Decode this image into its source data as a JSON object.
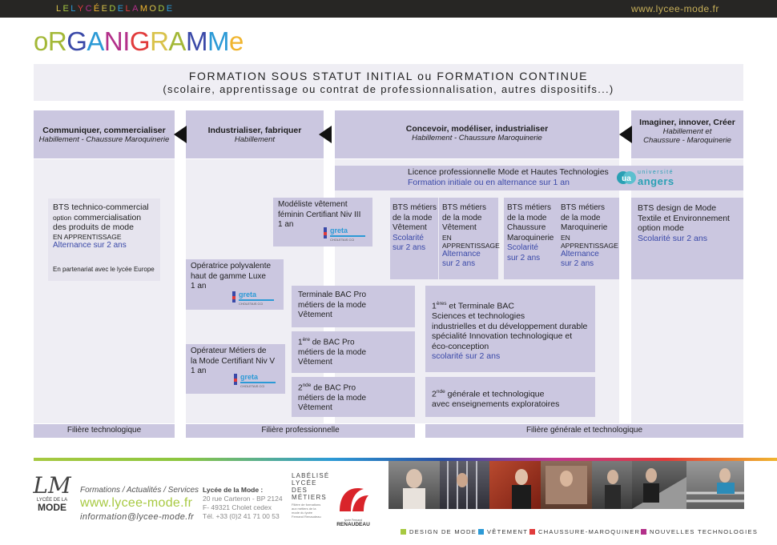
{
  "top": {
    "brand": "LE LYCÉE DE LA MODE",
    "site": "www.lycee-mode.fr"
  },
  "title": "oRGANIGRAMMe",
  "banner": {
    "line1": "FORMATION SOUS STATUT INITIAL ou FORMATION CONTINUE",
    "line2": "(scolaire, apprentissage ou contrat de professionnalisation, autres dispositifs...)"
  },
  "columns": {
    "c1": {
      "title": "Communiquer, commercialiser",
      "sub": "Habillement - Chaussure Maroquinerie"
    },
    "c2": {
      "title": "Industrialiser, fabriquer",
      "sub": "Habillement"
    },
    "c3": {
      "title": "Concevoir, modéliser, industrialiser",
      "sub": "Habillement - Chaussure Maroquinerie"
    },
    "c4": {
      "title": "Imaginer, innover, Créer",
      "sub1": "Habillement et",
      "sub2": "Chaussure - Maroquinerie"
    }
  },
  "licence": {
    "title": "Licence professionnelle Mode et Hautes Technologies",
    "sub": "Formation initiale ou en alternance sur 1 an",
    "univ_top": "université",
    "univ_name": "angers"
  },
  "bts_tc": {
    "l1": "BTS technico-commercial",
    "opt": "option",
    "l2": "commercialisation",
    "l3": "des produits de mode",
    "l4": "EN APPRENTISSAGE",
    "l5": "Alternance sur 2 ans",
    "l6": "En partenariat avec le lycée Europe"
  },
  "modeliste": {
    "l1": "Modéliste vêtement",
    "l2": "féminin Certifiant Niv III",
    "l3": "1 an"
  },
  "operatrice": {
    "l1": "Opératrice polyvalente",
    "l2": "haut de gamme Luxe",
    "l3": "1 an"
  },
  "operateur": {
    "l1": "Opérateur Métiers de",
    "l2": "la Mode Certifiant Niv V",
    "l3": "1 an"
  },
  "greta": {
    "name": "greta",
    "sub": "CHOLETAIS  CCI"
  },
  "bts1": {
    "l1": "BTS métiers",
    "l2": "de la mode",
    "l3": "Vêtement",
    "l4": "Scolarité",
    "l5": "sur 2 ans"
  },
  "bts2": {
    "l1": "BTS métiers",
    "l2": "de la mode",
    "l3": "Vêtement",
    "l4": "EN APPRENTISSAGE",
    "l5": "Alternance",
    "l6": "sur 2 ans"
  },
  "bts3": {
    "l1": "BTS métiers",
    "l2": "de la mode",
    "l3": "Chaussure",
    "l4": "Maroquinerie",
    "l5": "Scolarité",
    "l6": "sur 2 ans"
  },
  "bts4": {
    "l1": "BTS métiers",
    "l2": "de la mode",
    "l3": "Maroquinerie",
    "l4": "EN APPRENTISSAGE",
    "l5": "Alternance",
    "l6": "sur 2 ans"
  },
  "bts_design": {
    "l1": "BTS design de Mode",
    "l2": "Textile et Environnement",
    "l3": "option mode",
    "l4": "Scolarité sur 2 ans"
  },
  "bac_term": {
    "l1": "Terminale BAC Pro",
    "l2": "métiers de la mode",
    "l3": "Vêtement"
  },
  "bac_1ere": {
    "sup": "ère",
    "l1a": "1",
    "l1b": " de BAC Pro",
    "l2": "métiers de la mode",
    "l3": "Vêtement"
  },
  "bac_2nde": {
    "sup": "nde",
    "l1a": "2",
    "l1b": " de BAC Pro",
    "l2": "métiers de la mode",
    "l3": "Vêtement"
  },
  "sti": {
    "a": "1",
    "sup": "ères",
    "b": " et Terminale BAC",
    "l2": "Sciences et technologies",
    "l3": "industrielles et du développement durable",
    "l4": "spécialité Innovation technologique et",
    "l5": "éco-conception",
    "l6": "scolarité sur 2 ans"
  },
  "seconde": {
    "a": "2",
    "sup": "nde",
    "b": " générale et technologique",
    "l2": "avec enseignements exploratoires"
  },
  "filieres": {
    "f1": "Filière technologique",
    "f2": "Filière professionnelle",
    "f3": "Filière générale et technologique"
  },
  "footer": {
    "logo_letters": "LM",
    "logo_lycee": "LYCÉE DE LA",
    "logo_mode": "MODE",
    "menu": "Formations / Actualités / Services",
    "site": "www.lycee-mode.fr",
    "email": "information@lycee-mode.fr",
    "addr_title": "Lycée de la Mode :",
    "addr1": "20 rue Carteron - BP 2124",
    "addr2": "F- 49321 Cholet cedex",
    "tel": "Tél. +33 (0)2 41 71 00 53",
    "label1": "LABÉLISÉ",
    "label2": "LYCÉE DES",
    "label3": "MÉTIERS",
    "label_small1": "Filière de formations",
    "label_small2": "aux métiers de la",
    "label_small3": "mode du lycée",
    "label_small4": "Fernand Renaudeau",
    "renaudeau_small": "lycée Fernand",
    "renaudeau": "RENAUDEAU"
  },
  "legend": [
    {
      "label": "DESIGN DE MODE",
      "color": "#a7c941"
    },
    {
      "label": "VÊTEMENT",
      "color": "#2c9ad6"
    },
    {
      "label": "CHAUSSURE-MAROQUINERIE",
      "color": "#e13b3b"
    },
    {
      "label": "NOUVELLES TECHNOLOGIES",
      "color": "#b3308a"
    }
  ]
}
